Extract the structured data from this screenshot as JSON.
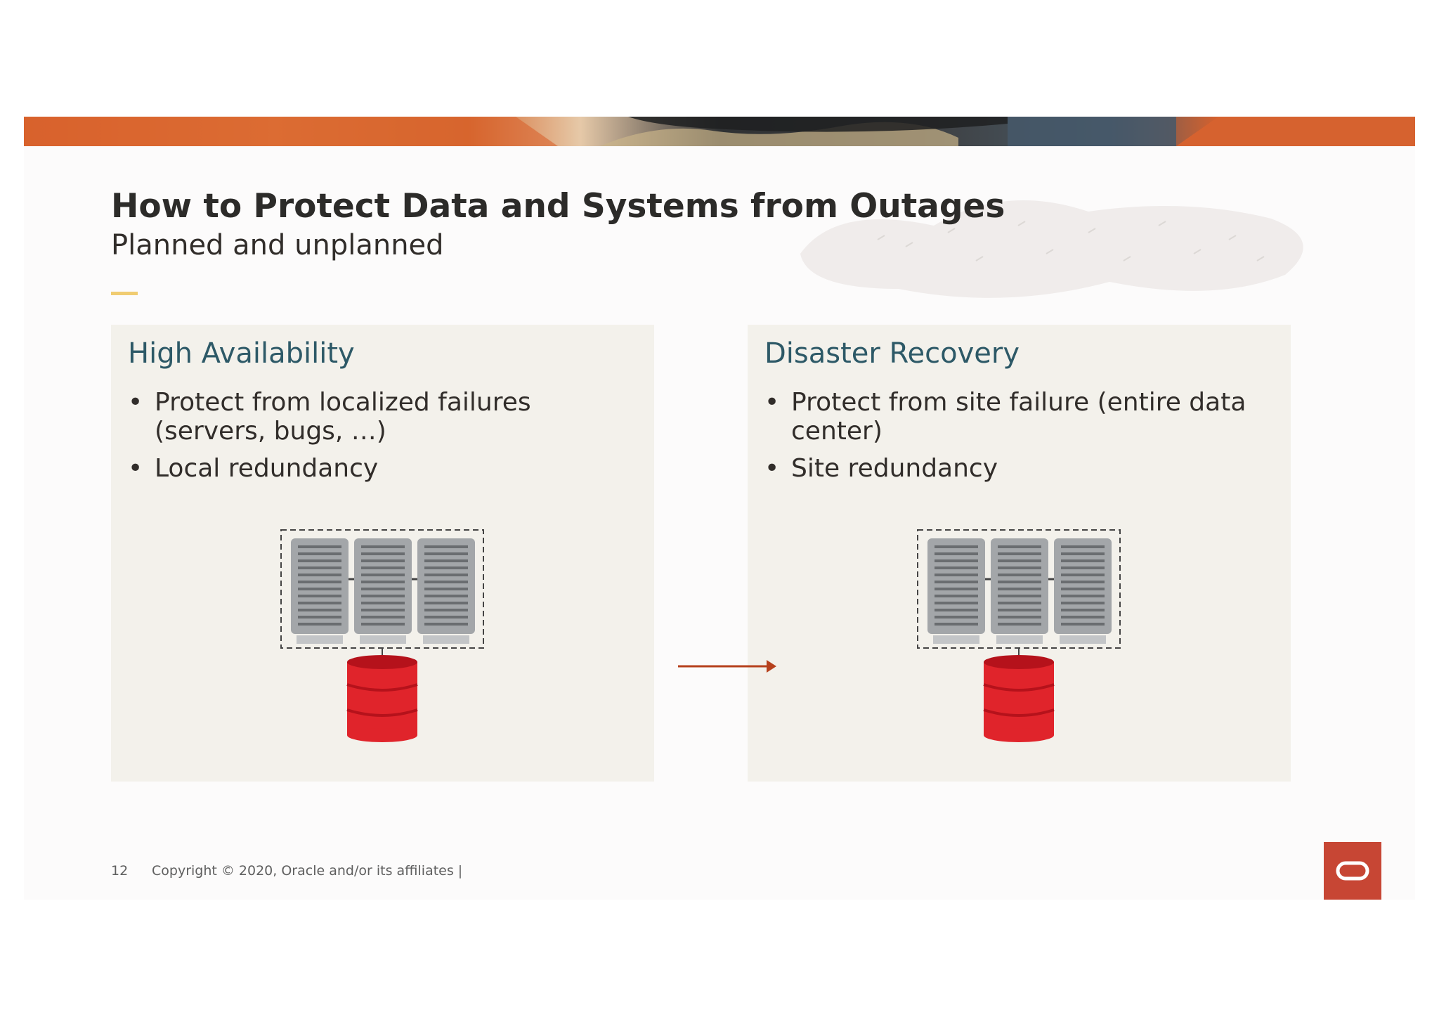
{
  "slide": {
    "title": "How to Protect Data and Systems from Outages",
    "subtitle": "Planned and unplanned",
    "accent_color": "#f0cc71"
  },
  "panels": [
    {
      "heading": "High Availability",
      "bullets": [
        "Protect from localized failures (servers, bugs, …)",
        "Local redundancy"
      ]
    },
    {
      "heading": "Disaster Recovery",
      "bullets": [
        "Protect from site failure (entire data center)",
        "Site redundancy"
      ]
    }
  ],
  "colors": {
    "heading": "#2d5967",
    "database": "#e0242b",
    "arrow": "#b6411d",
    "logo": "#c74634"
  },
  "icons": {
    "servers": "server-rack-icon",
    "database": "database-icon",
    "logo": "oracle-logo-icon"
  },
  "footer": {
    "page_number": "12",
    "copyright": "Copyright © 2020, Oracle and/or its affiliates  |"
  }
}
